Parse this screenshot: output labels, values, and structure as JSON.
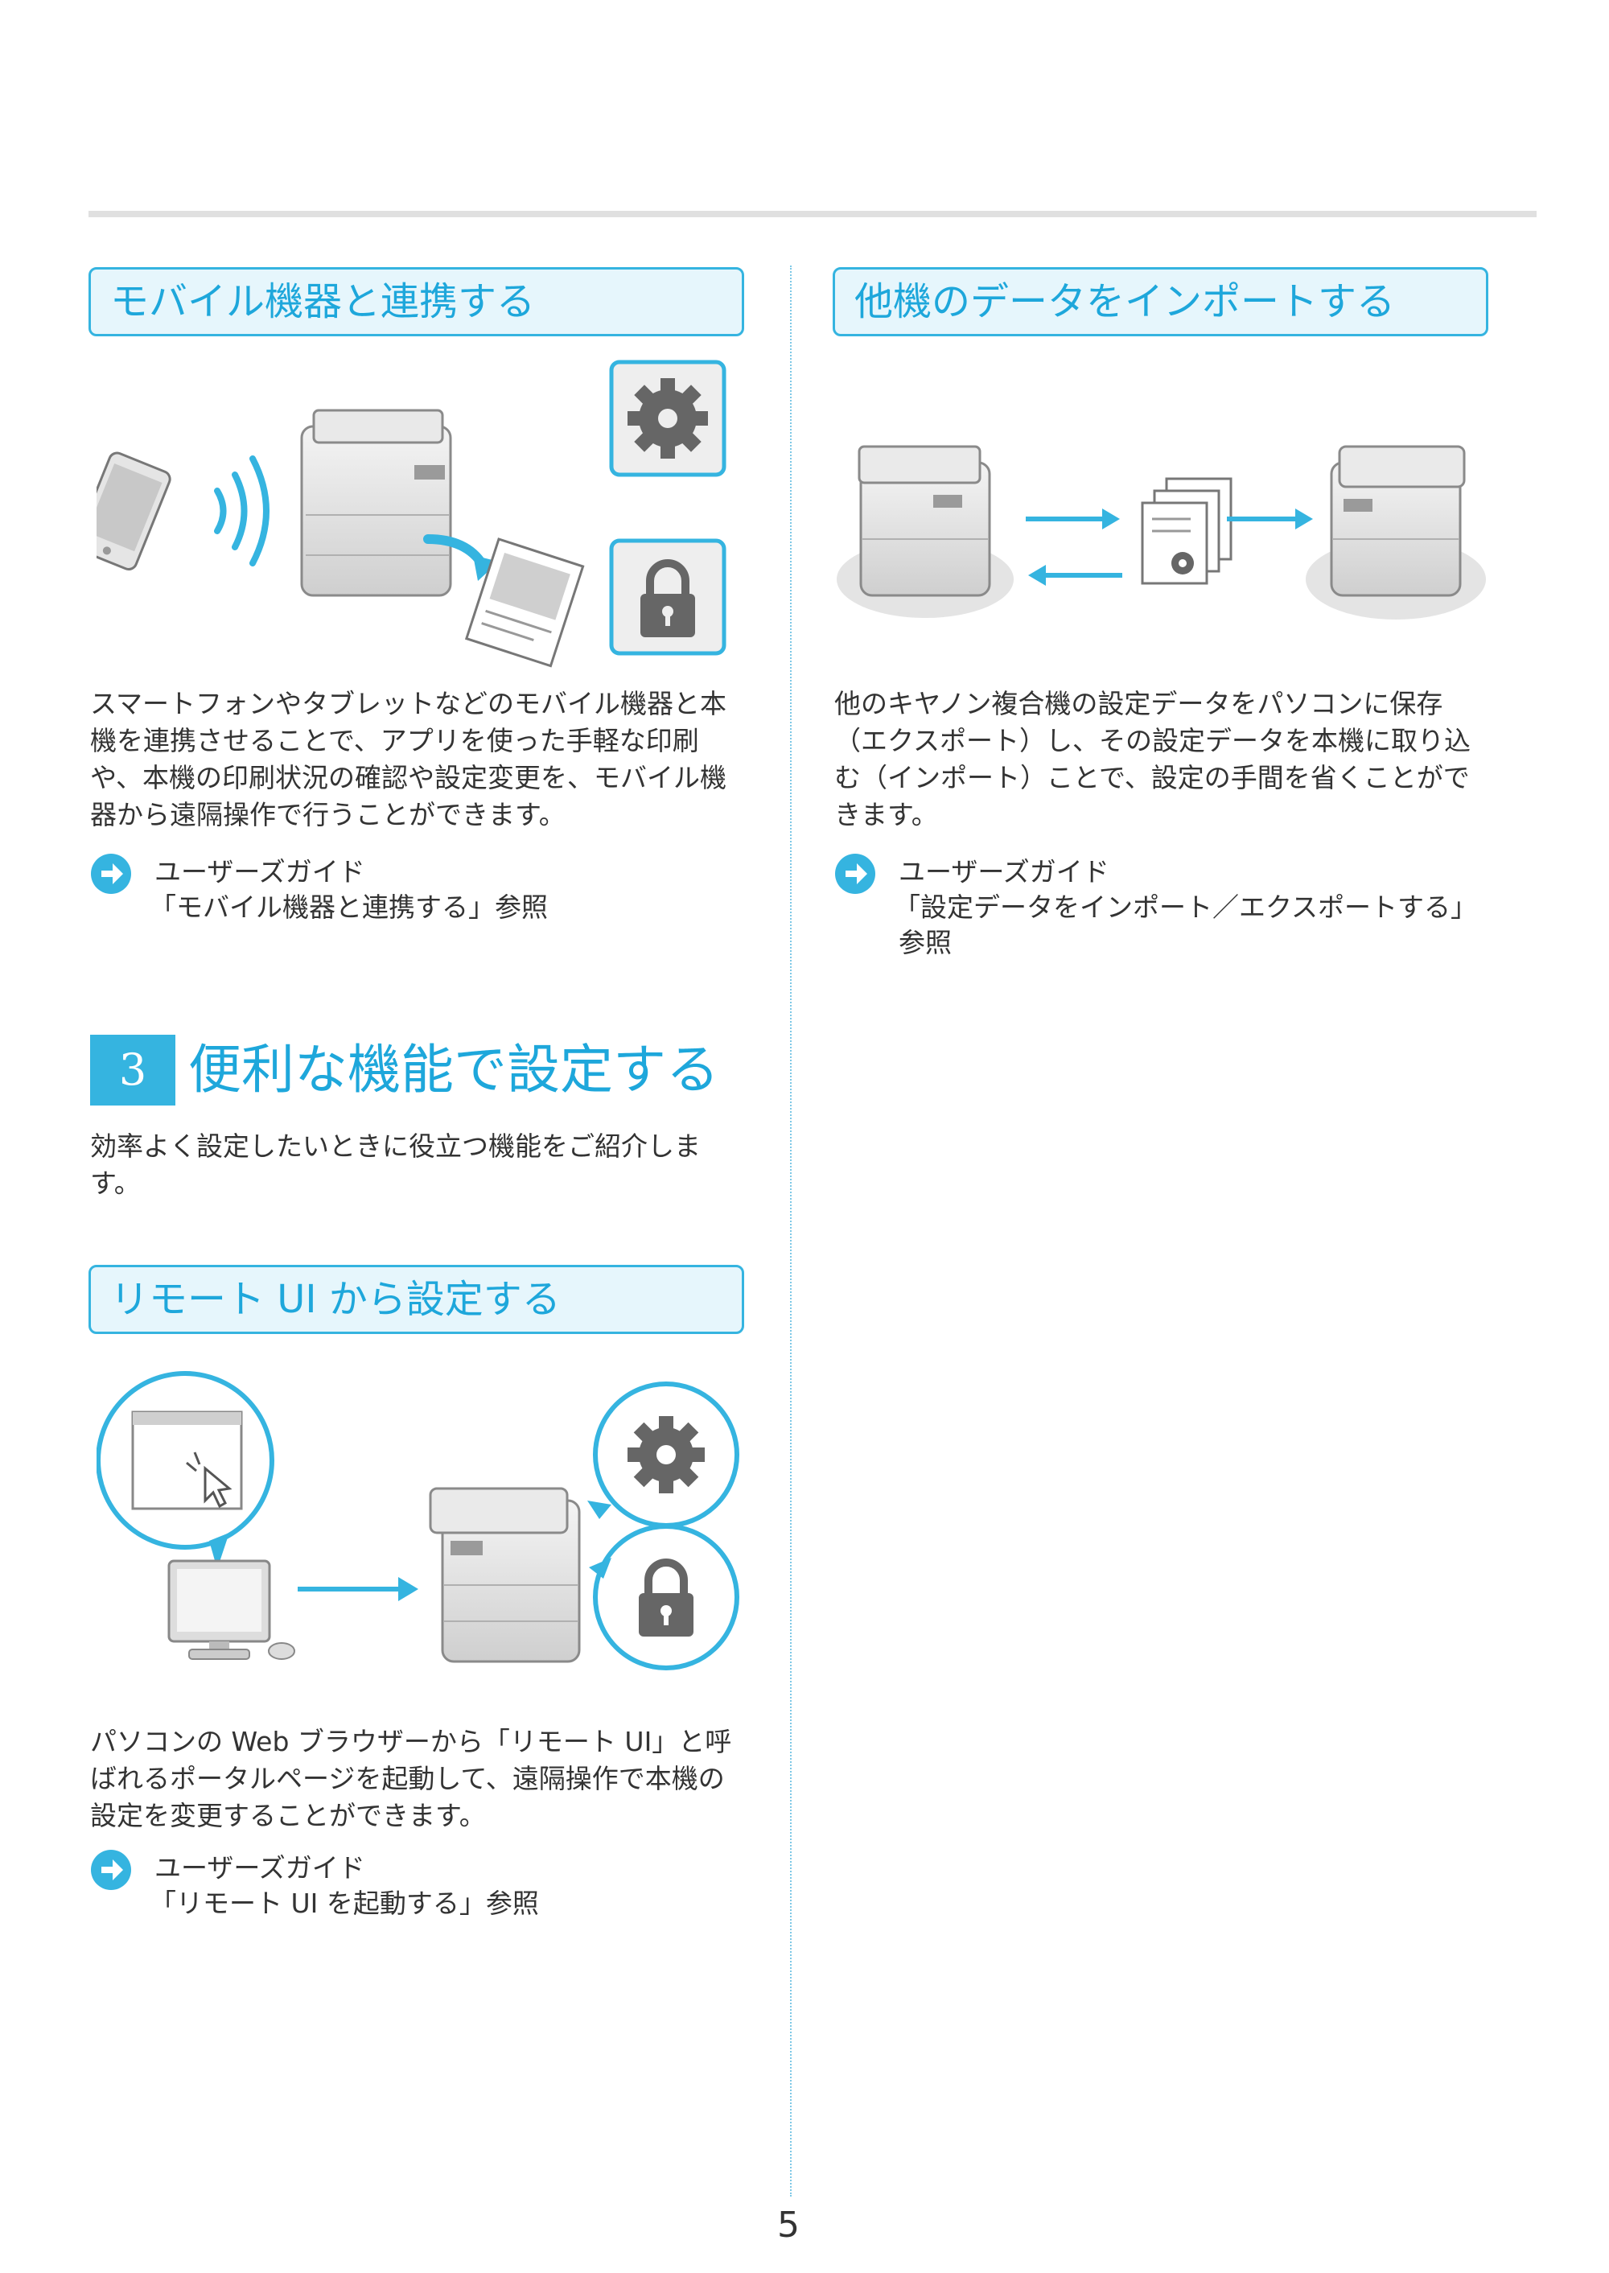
{
  "sections": {
    "mobile": {
      "heading": "モバイル機器と連携する",
      "body": "スマートフォンやタブレットなどのモバイル機器と本機を連携させることで、アプリを使った手軽な印刷や、本機の印刷状況の確認や設定変更を、モバイル機器から遠隔操作で行うことができます。",
      "ref_guide": "ユーザーズガイド",
      "ref_title": "「モバイル機器と連携する」参照"
    },
    "import": {
      "heading": "他機のデータをインポートする",
      "body": "他のキヤノン複合機の設定データをパソコンに保存（エクスポート）し、その設定データを本機に取り込む（インポート）ことで、設定の手間を省くことができます。",
      "ref_guide": "ユーザーズガイド",
      "ref_title": "「設定データをインポート／エクスポートする」",
      "ref_suffix": "参照"
    },
    "chapter": {
      "number": "3",
      "title": "便利な機能で設定する",
      "intro": "効率よく設定したいときに役立つ機能をご紹介します。"
    },
    "remote": {
      "heading": "リモート UI から設定する",
      "body": "パソコンの Web ブラウザーから「リモート UI」と呼ばれるポータルページを起動して、遠隔操作で本機の設定を変更することができます。",
      "ref_guide": "ユーザーズガイド",
      "ref_title": "「リモート UI を起動する」参照"
    }
  },
  "page_number": "5",
  "colors": {
    "accent": "#35b4e0",
    "accent_text": "#1ea7db",
    "head_bg": "#e6f6fc",
    "body_text": "#333333"
  },
  "icons": [
    "arrow-right-circle-icon",
    "gear-icon",
    "lock-icon",
    "smartphone-icon",
    "printer-icon",
    "document-icon",
    "monitor-icon",
    "mouse-icon",
    "cursor-icon"
  ]
}
